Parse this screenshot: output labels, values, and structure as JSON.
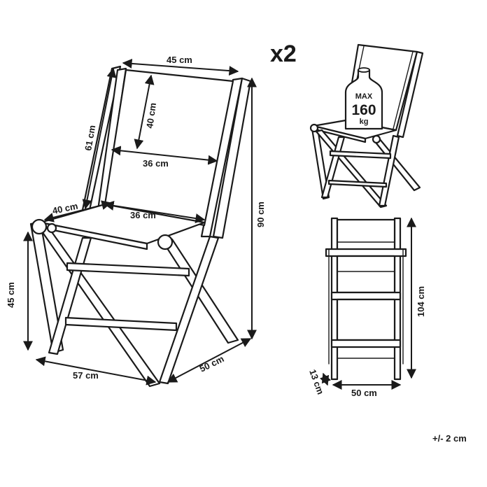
{
  "multiplier": "x2",
  "weight_limit": {
    "top": "MAX",
    "value": "160",
    "unit": "kg"
  },
  "dimensions": {
    "back_width": "45 cm",
    "back_height": "40 cm",
    "back_total": "61 cm",
    "back_inner_width": "36 cm",
    "seat_depth": "40 cm",
    "seat_width": "36 cm",
    "total_height": "90 cm",
    "seat_height": "45 cm",
    "depth_base": "57 cm",
    "width_base": "50 cm",
    "folded_height": "104 cm",
    "folded_thickness": "13 cm",
    "folded_width": "50 cm"
  },
  "tolerance": "+/- 2 cm"
}
